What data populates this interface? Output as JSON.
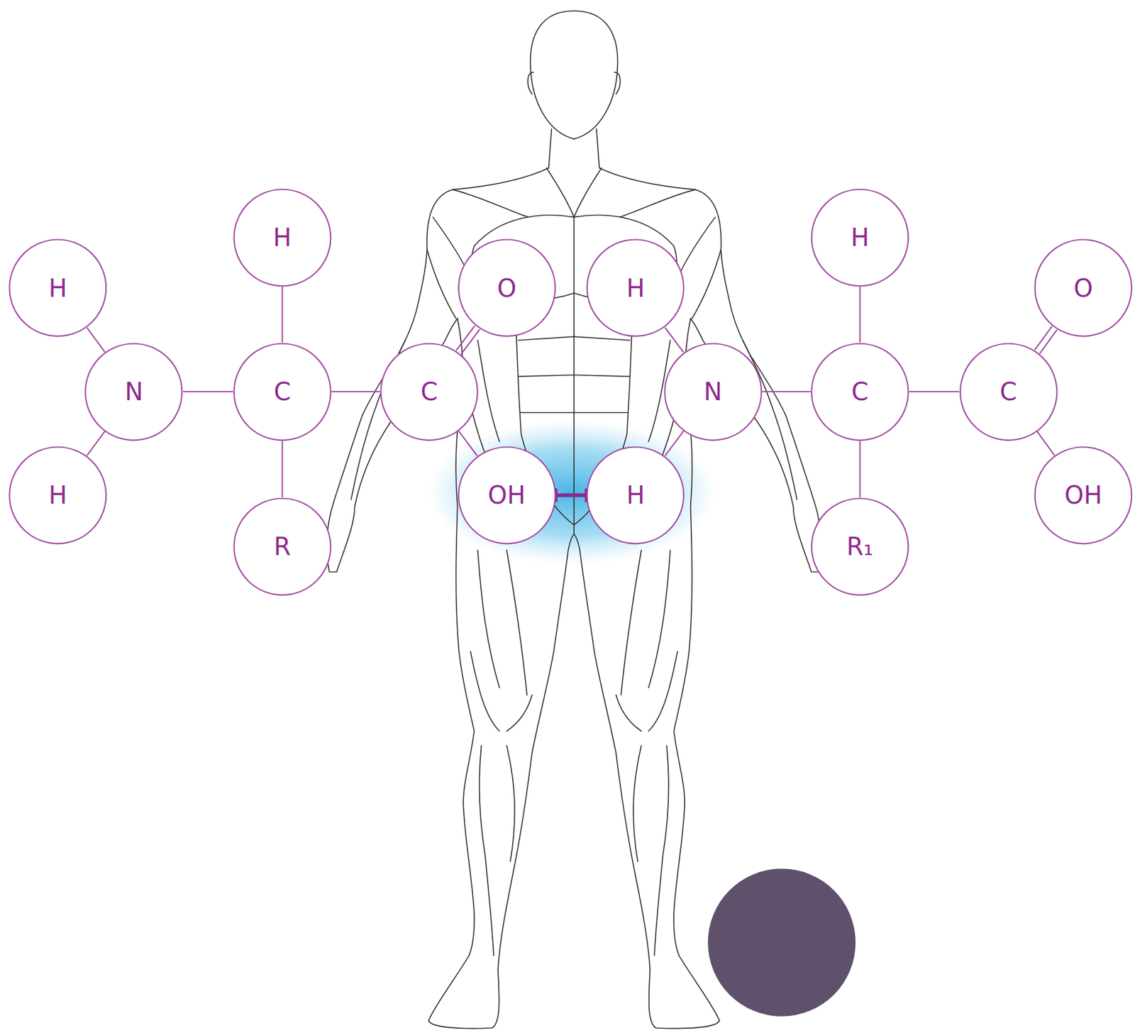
{
  "diagram": {
    "nodes": [
      {
        "text": [
          "H"
        ]
      },
      {
        "text": [
          "H"
        ]
      },
      {
        "text": [
          "H"
        ]
      },
      {
        "text": [
          "O"
        ]
      },
      {
        "text": [
          "H"
        ]
      },
      {
        "text": [
          "O"
        ]
      },
      {
        "text": [
          "N"
        ]
      },
      {
        "text": [
          "C"
        ]
      },
      {
        "text": [
          "C"
        ]
      },
      {
        "text": [
          "N"
        ]
      },
      {
        "text": [
          "C"
        ]
      },
      {
        "text": [
          "C"
        ]
      },
      {
        "text": [
          "H"
        ]
      },
      {
        "text": [
          "OH"
        ]
      },
      {
        "text": [
          "H"
        ]
      },
      {
        "text": [
          "OH"
        ]
      },
      {
        "text": [
          "R"
        ]
      },
      {
        "text": [
          "R₁"
        ]
      }
    ],
    "edges": [
      {
        "from": 2,
        "to": 6,
        "arrow": "none"
      },
      {
        "from": 6,
        "to": 12,
        "arrow": "none"
      },
      {
        "from": 6,
        "to": 7,
        "arrow": "none"
      },
      {
        "from": 0,
        "to": 7,
        "arrow": "none"
      },
      {
        "from": 7,
        "to": 16,
        "arrow": "none"
      },
      {
        "from": 7,
        "to": 8,
        "arrow": "none"
      },
      {
        "from": 8,
        "to": 3,
        "arrow": "none"
      },
      {
        "from": 8,
        "to": 13,
        "arrow": "none"
      },
      {
        "from": 13,
        "to": 14,
        "arrow": "none"
      },
      {
        "from": 4,
        "to": 9,
        "arrow": "none"
      },
      {
        "from": 9,
        "to": 14,
        "arrow": "none"
      },
      {
        "from": 9,
        "to": 10,
        "arrow": "none"
      },
      {
        "from": 1,
        "to": 10,
        "arrow": "none"
      },
      {
        "from": 10,
        "to": 17,
        "arrow": "none"
      },
      {
        "from": 10,
        "to": 11,
        "arrow": "none"
      },
      {
        "from": 11,
        "to": 5,
        "arrow": "none"
      },
      {
        "from": 11,
        "to": 15,
        "arrow": "none"
      }
    ]
  }
}
